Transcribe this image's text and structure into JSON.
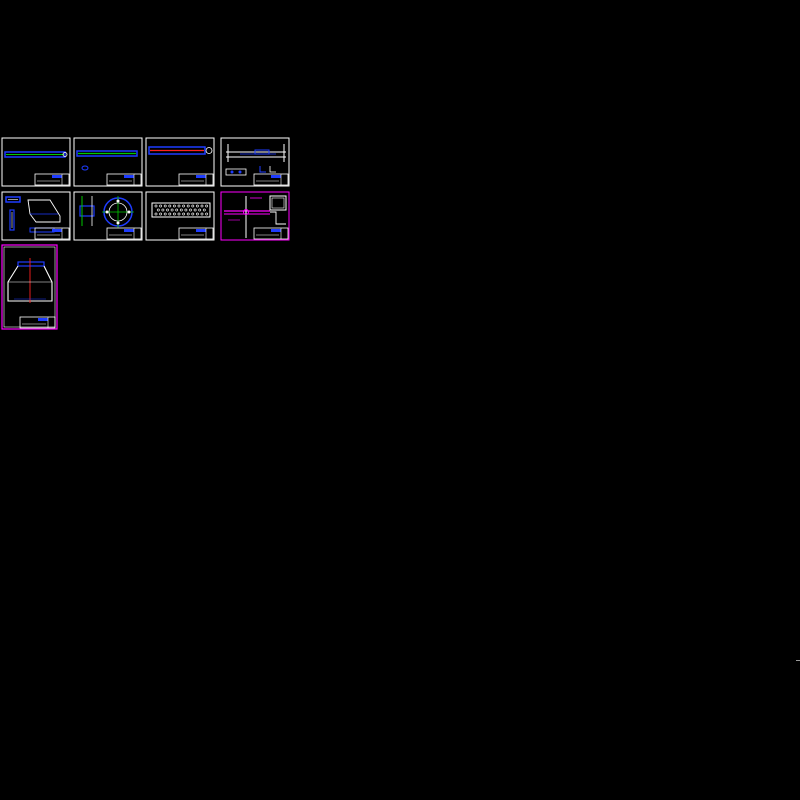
{
  "viewport": {
    "background": "#000000"
  },
  "colors": {
    "frame": "#ffffff",
    "frame_alt": "#ff00ff",
    "blue": "#1e3cff",
    "green": "#00c800",
    "red": "#ff2020",
    "cyan": "#00e0ff",
    "yellow": "#ffff00",
    "white": "#ffffff",
    "magenta": "#ff00ff"
  },
  "sheets": [
    {
      "id": "sheet-1",
      "frame_color": "white",
      "content": "long-bar-blue"
    },
    {
      "id": "sheet-2",
      "frame_color": "white",
      "content": "long-bar-green"
    },
    {
      "id": "sheet-3",
      "frame_color": "white",
      "content": "long-bar-red"
    },
    {
      "id": "sheet-4",
      "frame_color": "white",
      "content": "rail-assembly"
    },
    {
      "id": "sheet-5",
      "frame_color": "white",
      "content": "bracket-parts"
    },
    {
      "id": "sheet-6",
      "frame_color": "white",
      "content": "flange-ring"
    },
    {
      "id": "sheet-7",
      "frame_color": "white",
      "content": "perforated-plate"
    },
    {
      "id": "sheet-8",
      "frame_color": "magenta",
      "content": "pipe-layout"
    },
    {
      "id": "sheet-9",
      "frame_color": "magenta",
      "content": "reducer-cone"
    }
  ]
}
